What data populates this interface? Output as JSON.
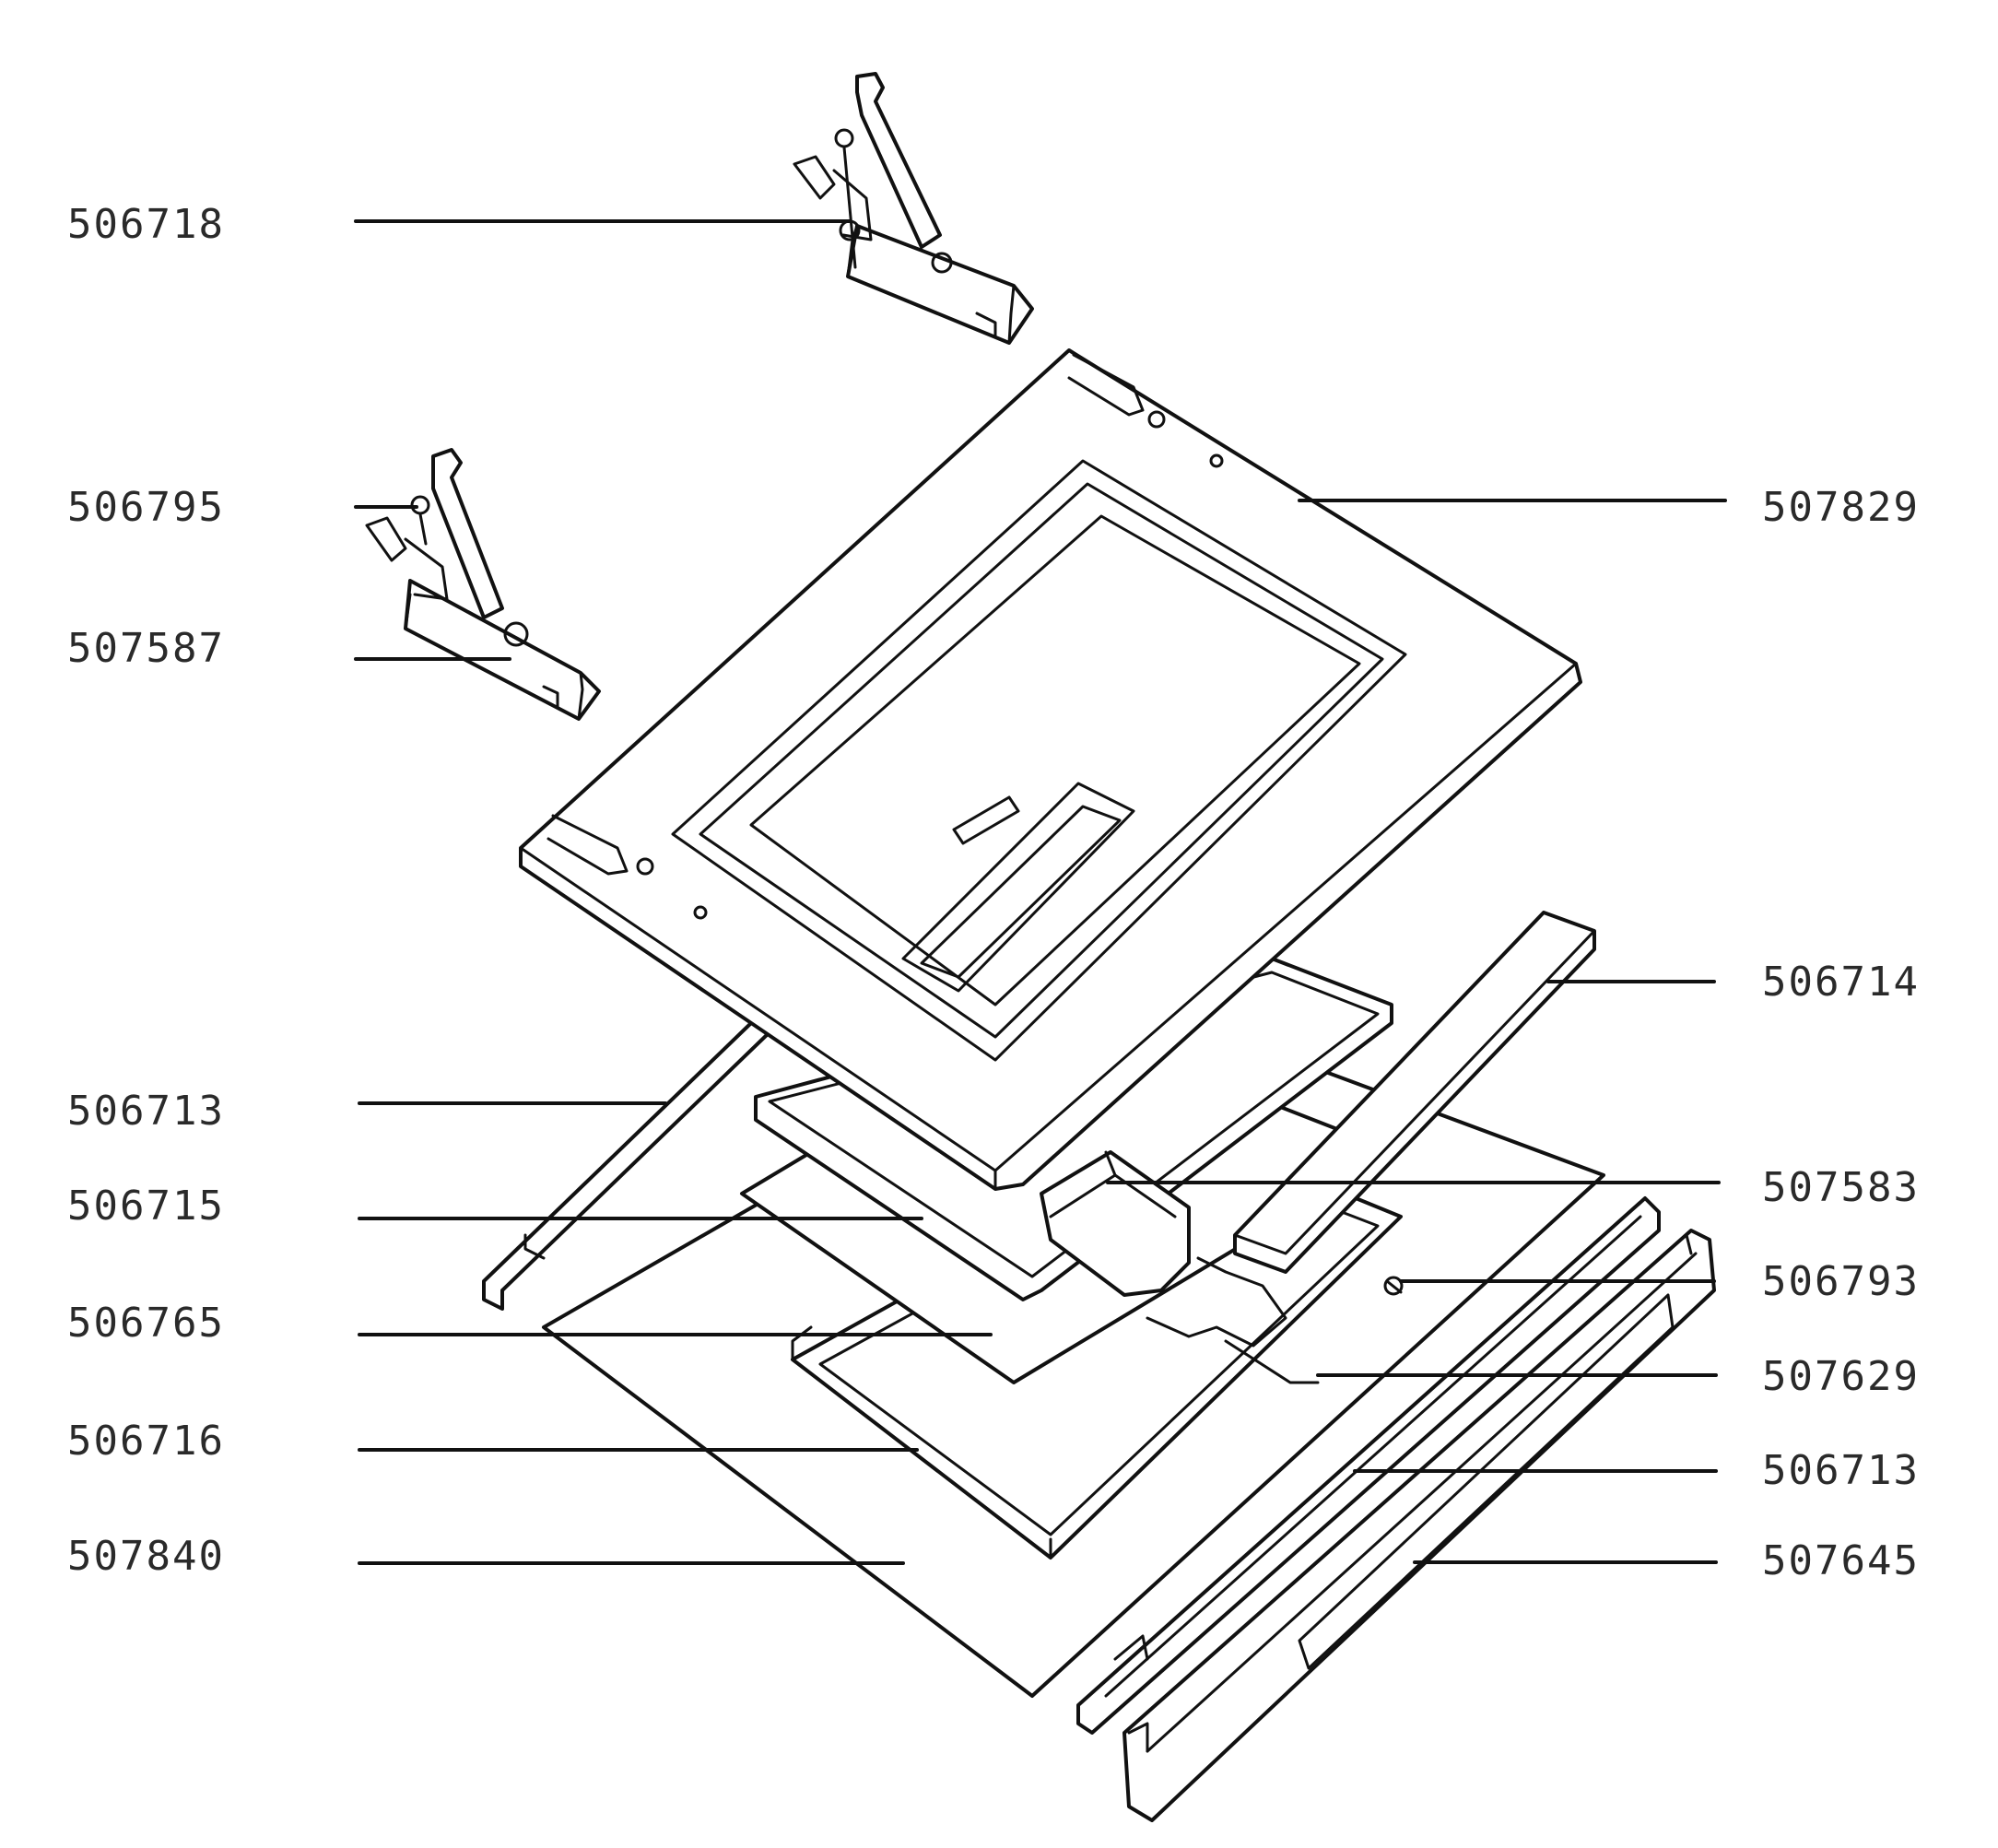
{
  "parts": {
    "p_506718": "506718",
    "p_506795": "506795",
    "p_507587": "507587",
    "p_506713_left": "506713",
    "p_506715": "506715",
    "p_506765": "506765",
    "p_506716": "506716",
    "p_507840": "507840",
    "p_507829": "507829",
    "p_506714": "506714",
    "p_507583": "507583",
    "p_506793": "506793",
    "p_507629": "507629",
    "p_506713_right": "506713",
    "p_507645": "507645"
  }
}
